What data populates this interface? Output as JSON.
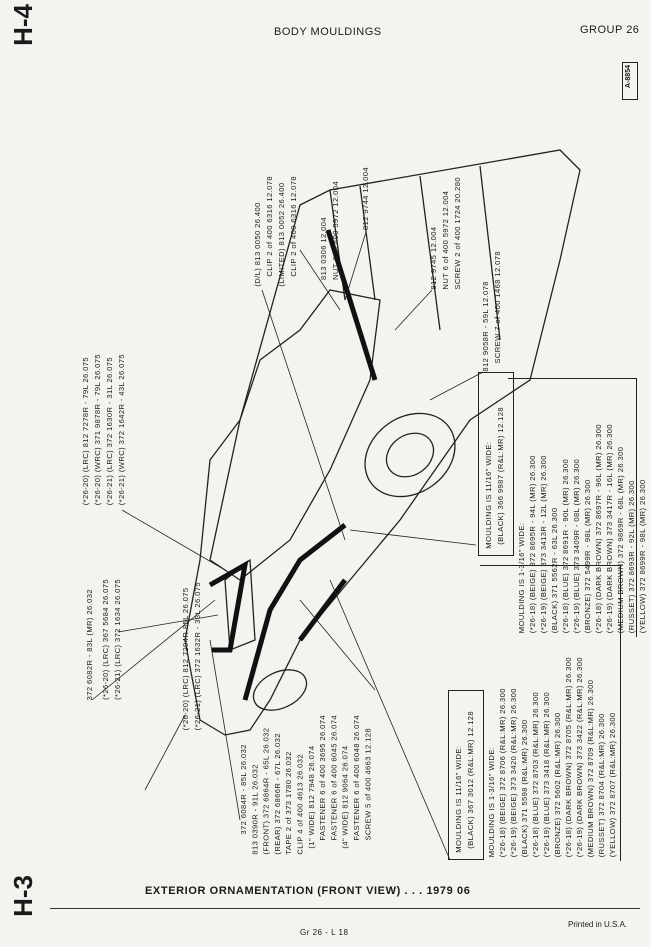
{
  "header": {
    "title": "BODY MOULDINGS",
    "group": "GROUP 26",
    "page_top": "H-4",
    "page_bottom": "H-3",
    "stamp": "A-8854"
  },
  "footer": {
    "caption": "EXTERIOR ORNAMENTATION (FRONT VIEW) . . . 1979 06",
    "printed": "Printed in U.S.A.",
    "code": "Gr 26 - L 18"
  },
  "callouts": {
    "rear_upper": [
      "812 9745  12.004",
      "NUT  6 of  400 5972  12.004",
      "SCREW  2 of  400 1724  20.280"
    ],
    "rear_spoiler": [
      "812 9744  12.004"
    ],
    "deck": [
      "813 0306  12.004",
      "NUT  6 of  400 5972  12.004"
    ],
    "roof": [
      "(D/L) 813 0050  26.400",
      "CLIP  2 of  400 6316  12.078",
      "(LIMITED) 813 0052  26.400",
      "CLIP  2 of  400 6316  12.078"
    ],
    "window_group": [
      "(*26-20) (LRC) 812 7278R - 79L  26.075",
      "(*26-20) (WRC) 371 9878R - 79L  26.075",
      "(*26-21) (LRC) 372 1630R - 31L  26.075",
      "(*26-21) (WRC) 372 1642R - 43L  26.075"
    ],
    "windshield": [
      "372 6082R - 83L  (MR)  26.032"
    ],
    "cowl": [
      "(*26-20) (LRC) 367 5684  26.075",
      "(*26-21) (LRC) 372 1634  26.075"
    ],
    "pillar": [
      "(*26-20) (LRC) 812 7294R  85L  26.075",
      "(*26-21) (LRC) 372 1632R - 33L  26.075"
    ],
    "front": [
      "372 6084R - 85L  26.032",
      "813 0390R - 91L  26.032",
      "(FRONT) 372 6864R - 65L  26.032",
      "(REAR) 372 6866R - 67L  26.032",
      "TAPE  2 of  373 1780  26.032",
      "CLIP  4 of  400 4613  26.032",
      "(1\" WIDE) 812 7948  26.074",
      "FASTENER  6 of  400 3695  26.074",
      "FASTENER  6 of  400 6045  26.074",
      "(4\" WIDE) 812 9064  26.074",
      "FASTENER  6 of  400 6048  26.074",
      "SCREW  5 of  400 4663  12.128"
    ],
    "rear_quarter": [
      "812 9058R - 59L  12.078",
      "SCREW  7 of  400 1468  12.078"
    ]
  },
  "moulding_rear": {
    "narrow": [
      "MOULDING IS 11/16\" WIDE:",
      "(BLACK) 366 9987  (R&L:MR)  12.128"
    ],
    "wide": [
      "MOULDING IS 1-3/16\" WIDE:",
      "(*26-18) (BEIGE) 372 8695R - 94L  (MR)  26.300",
      "(*26-19) (BEIGE) 373 3413R - 12L  (MR)  26.300",
      "(BLACK) 371 5562R - 63L  26.300",
      "(*26-18) (BLUE) 372 8691R - 90L  (MR)  26.300",
      "(*26-19) (BLUE) 373 3409R - 08L  (MR)  26.300",
      "(BRONZE) 372 5499R - 98L  (MR)  26.300",
      "(*26-18) (DARK BROWN) 372 8697R - 96L  (MR)  26.300",
      "(*26-19) (DARK BROWN) 373 3417R - 16L  (MR)  26.300",
      "(MEDIUM BROWN) 372 9869R - 68L  (MR)  26.300",
      "(RUSSET) 372 8693R - 92L  (MR)  26.300",
      "(YELLOW) 372 8699R - 98L  (MR)  26.300"
    ]
  },
  "moulding_front": {
    "narrow": [
      "MOULDING IS 11/16\" WIDE:",
      "(BLACK) 367 3012  (R&L:MR)  12.128"
    ],
    "wide": [
      "MOULDING IS 1-3/16\" WIDE:",
      "(*26-18) (BEIGE) 372 8706  (R&L:MR)  26.300",
      "(*26-19) (BEIGE) 373 3420  (R&L:MR)  26.300",
      "(BLACK) 371 5598  (R&L:MR)  26.300",
      "(*26-18) (BLUE) 372 8703  (R&L:MR)  26.300",
      "(*26-19) (BLUE) 373 3418  (R&L:MR)  26.300",
      "(BRONZE) 372 5602  (R&L:MR)  26.300",
      "(*26-18) (DARK BROWN) 372 8705  (R&L:MR)  26.300",
      "(*26-19) (DARK BROWN) 373 3422  (R&L:MR)  26.300",
      "(MEDIUM BROWN) 372 8709  (R&L:MR)  26.300",
      "(RUSSET) 372 8704  (R&L:MR)  26.300",
      "(YELLOW) 372 8707  (R&L:MR)  26.300"
    ]
  }
}
